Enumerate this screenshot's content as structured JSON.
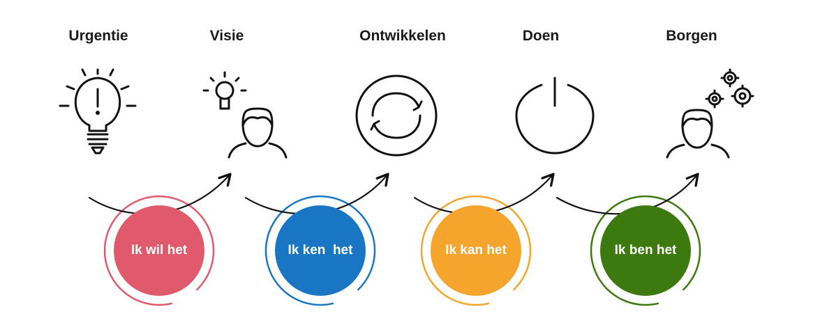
{
  "steps": [
    {
      "title": "Urgentie",
      "icon": "lightbulb-icon"
    },
    {
      "title": "Visie",
      "icon": "person-idea-icon"
    },
    {
      "title": "Ontwikkelen",
      "icon": "cycle-icon"
    },
    {
      "title": "Doen",
      "icon": "power-icon"
    },
    {
      "title": "Borgen",
      "icon": "person-gears-icon"
    }
  ],
  "badges": [
    {
      "label": "Ik wil het",
      "color": "#e05a6c"
    },
    {
      "label": "Ik ken  het",
      "color": "#1976c4"
    },
    {
      "label": "Ik kan het",
      "color": "#f5a52c"
    },
    {
      "label": "Ik ben het",
      "color": "#3c7a0f"
    }
  ]
}
